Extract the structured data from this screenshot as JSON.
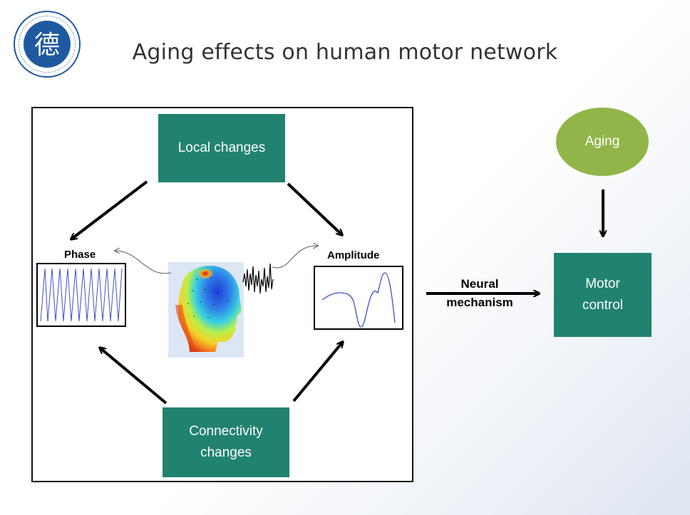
{
  "title": "Aging effects on human motor network",
  "logo": {
    "text": "德"
  },
  "boxes": {
    "local_changes": "Local changes",
    "connectivity_line1": "Connectivity",
    "connectivity_line2": "changes",
    "aging": "Aging",
    "motor_line1": "Motor",
    "motor_line2": "control"
  },
  "labels": {
    "phase": "Phase",
    "amplitude": "Amplitude",
    "neural_line1": "Neural",
    "neural_line2": "mechanism"
  },
  "colors": {
    "teal": "#21836f",
    "green": "#91b548",
    "logo_blue": "#1f5aa0",
    "signal_blue": "#4150c8"
  }
}
